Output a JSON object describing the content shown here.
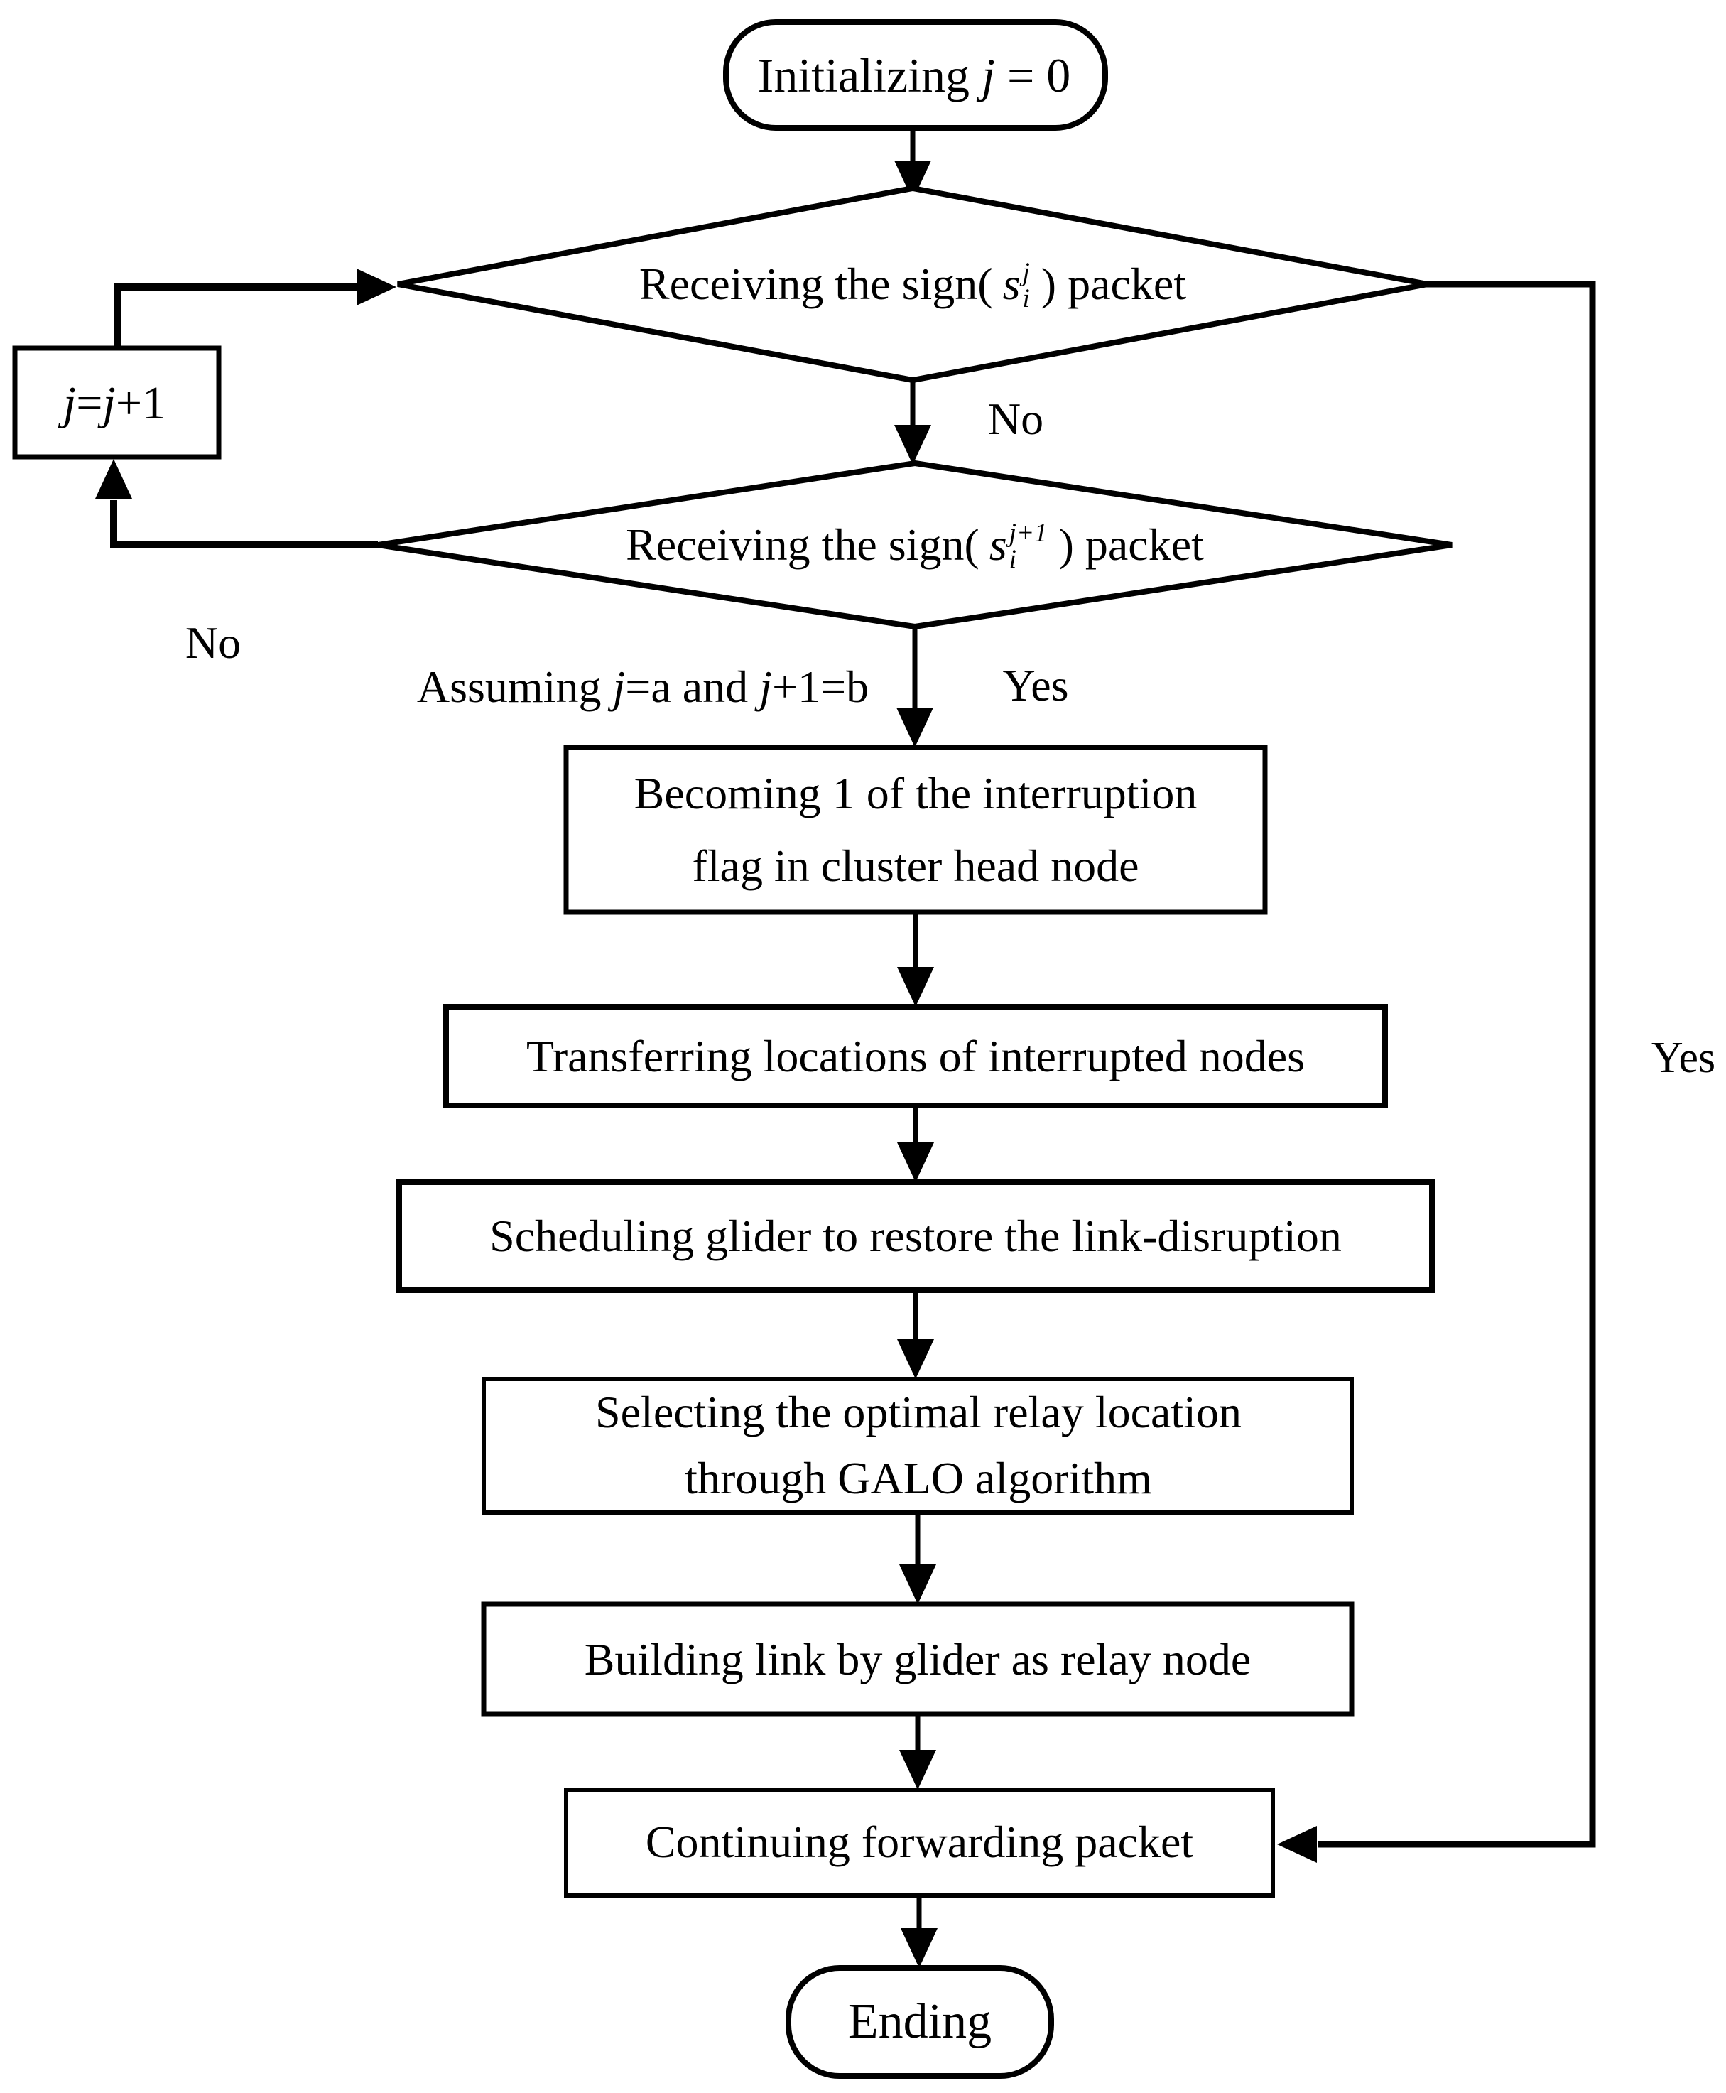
{
  "figure": {
    "type": "flowchart",
    "background": "#ffffff",
    "line_color": "#000000"
  },
  "start": {
    "t1": "Initializing ",
    "j": "j",
    "t2": " = 0"
  },
  "decision1": {
    "prefix": "Receiving the sign(",
    "sym": "s",
    "sup": "j",
    "sub": "i",
    "suffix": ") packet"
  },
  "decision2": {
    "prefix": "Receiving the sign(",
    "sym": "s",
    "sup": "j+1",
    "sub": "i",
    "suffix": ") packet"
  },
  "increment": {
    "j1": "j",
    "t1": "=",
    "j2": "j",
    "t2": "+1"
  },
  "labels": {
    "no_top": "No",
    "no_left": "No",
    "yes_mid": "Yes",
    "yes_right": "Yes",
    "assume": {
      "t1": "Assuming ",
      "j1": "j",
      "t2": "=a and ",
      "j2": "j",
      "t3": "+1=b"
    }
  },
  "process": {
    "p1": "Becoming 1 of the interruption flag in cluster head node",
    "p2": "Transferring locations of interrupted nodes",
    "p3": "Scheduling glider to restore the link-disruption",
    "p4": "Selecting the optimal relay location through GALO algorithm",
    "p5": "Building link by glider as relay node",
    "p6": "Continuing forwarding packet"
  },
  "end": {
    "label": "Ending"
  }
}
